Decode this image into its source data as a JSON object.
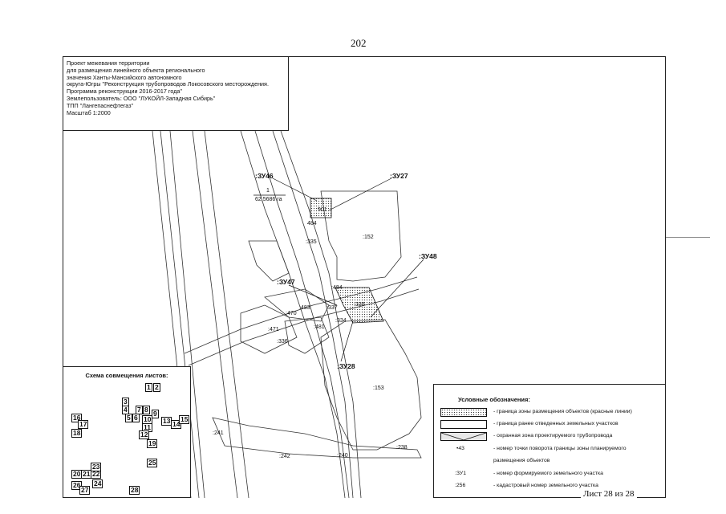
{
  "page_number": "202",
  "sheet_label": "Лист 28 из 28",
  "title_block": {
    "lines": [
      "Проект межевания территории",
      "для размещения линейного объекта регионального",
      "значения Ханты-Мансийского автономного",
      "округа-Югры \"Реконструкция трубопроводов Локосовского месторождения.",
      "Программа реконструкции 2016-2017 года\"",
      "Землепользователь: ООО \"ЛУКОЙЛ-Западная Сибирь\"",
      "ТПП \"Лангепаснефтегаз\"",
      "Масштаб 1:2000"
    ]
  },
  "map": {
    "zone_labels": {
      "zu46": ":ЗУ46",
      "zu27": ":ЗУ27",
      "zu48": ":ЗУ48",
      "zu47": ":ЗУ47",
      "zu28": ":ЗУ28"
    },
    "parcel_label": {
      "number": "1",
      "area": "62,5686 га"
    },
    "cadastral": {
      "c152": ":152",
      "c153": ":153",
      "c335": ":335",
      "c484": ":484",
      "c483": ":483",
      "c470": ":470",
      "c471": ":471",
      "c481": ":481",
      "c336": ":336",
      "c337": ":337",
      "c334": ":334",
      "c339": ":339",
      "c241": ":241",
      "c242": ":242",
      "c240": ":240",
      "c238": ":238",
      "c484b": "484",
      "c901": "901"
    }
  },
  "scheme": {
    "title": "Схема совмещения листов:",
    "sheets": [
      "1",
      "2",
      "3",
      "4",
      "5",
      "6",
      "7",
      "8",
      "9",
      "10",
      "11",
      "12",
      "13",
      "14",
      "15",
      "16",
      "17",
      "18",
      "19",
      "20",
      "21",
      "22",
      "23",
      "24",
      "25",
      "26",
      "27",
      "28"
    ]
  },
  "legend": {
    "title": "Условные обозначения:",
    "items": [
      {
        "symbol": "dotted",
        "text": "- граница зоны размещения объектов (красные линии)"
      },
      {
        "symbol": "blank",
        "text": "- граница ранее отведенных земельных участков"
      },
      {
        "symbol": "hatched",
        "text": "- охранная зона проектируемого трубопровода"
      },
      {
        "symbol": "•43",
        "text": "- номер точки поворота границы зоны планируемого"
      },
      {
        "symbol": "",
        "text": "размещения объектов"
      },
      {
        "symbol": ":ЗУ1",
        "text": "- номер формируемого земельного участка"
      },
      {
        "symbol": ":256",
        "text": "- кадастровый номер земельного участка"
      }
    ]
  }
}
